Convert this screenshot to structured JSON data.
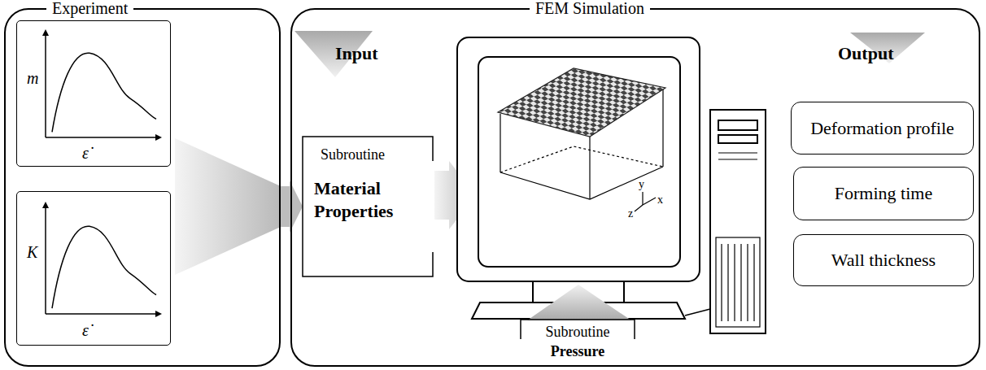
{
  "diagram": {
    "nodes": [
      {
        "text": [
          "Experiment"
        ]
      },
      {
        "text": [
          "m",
          "ε̇"
        ],
        "in": 0
      },
      {
        "text": [
          "K",
          "ε̇"
        ],
        "in": 0
      },
      {
        "text": [
          "FEM Simulation"
        ]
      },
      {
        "text": [
          "Subroutine",
          "Material Properties"
        ],
        "in": 3
      },
      {
        "text": [
          "Subroutine",
          "Pressure"
        ],
        "in": 3
      },
      {
        "text": [
          "Deformation profile"
        ],
        "in": 3
      },
      {
        "text": [
          "Forming time"
        ],
        "in": 3
      },
      {
        "text": [
          "Wall thickness"
        ],
        "in": 3
      }
    ],
    "edges": [
      {
        "from": 0,
        "to": 4,
        "arrow": "to"
      }
    ],
    "labels": [
      "Input",
      "Output",
      "z",
      "y",
      "x"
    ]
  }
}
